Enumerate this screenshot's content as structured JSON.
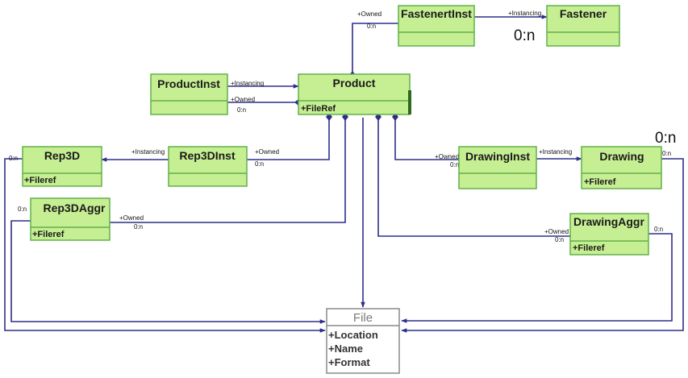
{
  "colors": {
    "class_fill": "#c6ee92",
    "class_border": "#62b04a",
    "connector": "#2e2e8a",
    "file_border": "#8a8a8a",
    "file_fill": "#ffffff"
  },
  "classes": {
    "fastenerinst": {
      "name": "FastenertInst",
      "attrs": []
    },
    "fastener": {
      "name": "Fastener",
      "attrs": []
    },
    "productinst": {
      "name": "ProductInst",
      "attrs": []
    },
    "product": {
      "name": "Product",
      "attrs": [
        "+FileRef"
      ]
    },
    "rep3d": {
      "name": "Rep3D",
      "attrs": [
        "+Fileref"
      ]
    },
    "rep3dinst": {
      "name": "Rep3DInst",
      "attrs": []
    },
    "rep3daggr": {
      "name": "Rep3DAggr",
      "attrs": [
        "+Fileref"
      ]
    },
    "drawinginst": {
      "name": "DrawingInst",
      "attrs": []
    },
    "drawing": {
      "name": "Drawing",
      "attrs": [
        "+Fileref"
      ]
    },
    "drawingaggr": {
      "name": "DrawingAggr",
      "attrs": [
        "+Fileref"
      ]
    },
    "file": {
      "name": "File",
      "attrs": [
        "+Location",
        "+Name",
        "+Format"
      ]
    }
  },
  "labels": {
    "owned": "+Owned",
    "instancing": "+Instancing",
    "multiplicity": "0:n"
  }
}
